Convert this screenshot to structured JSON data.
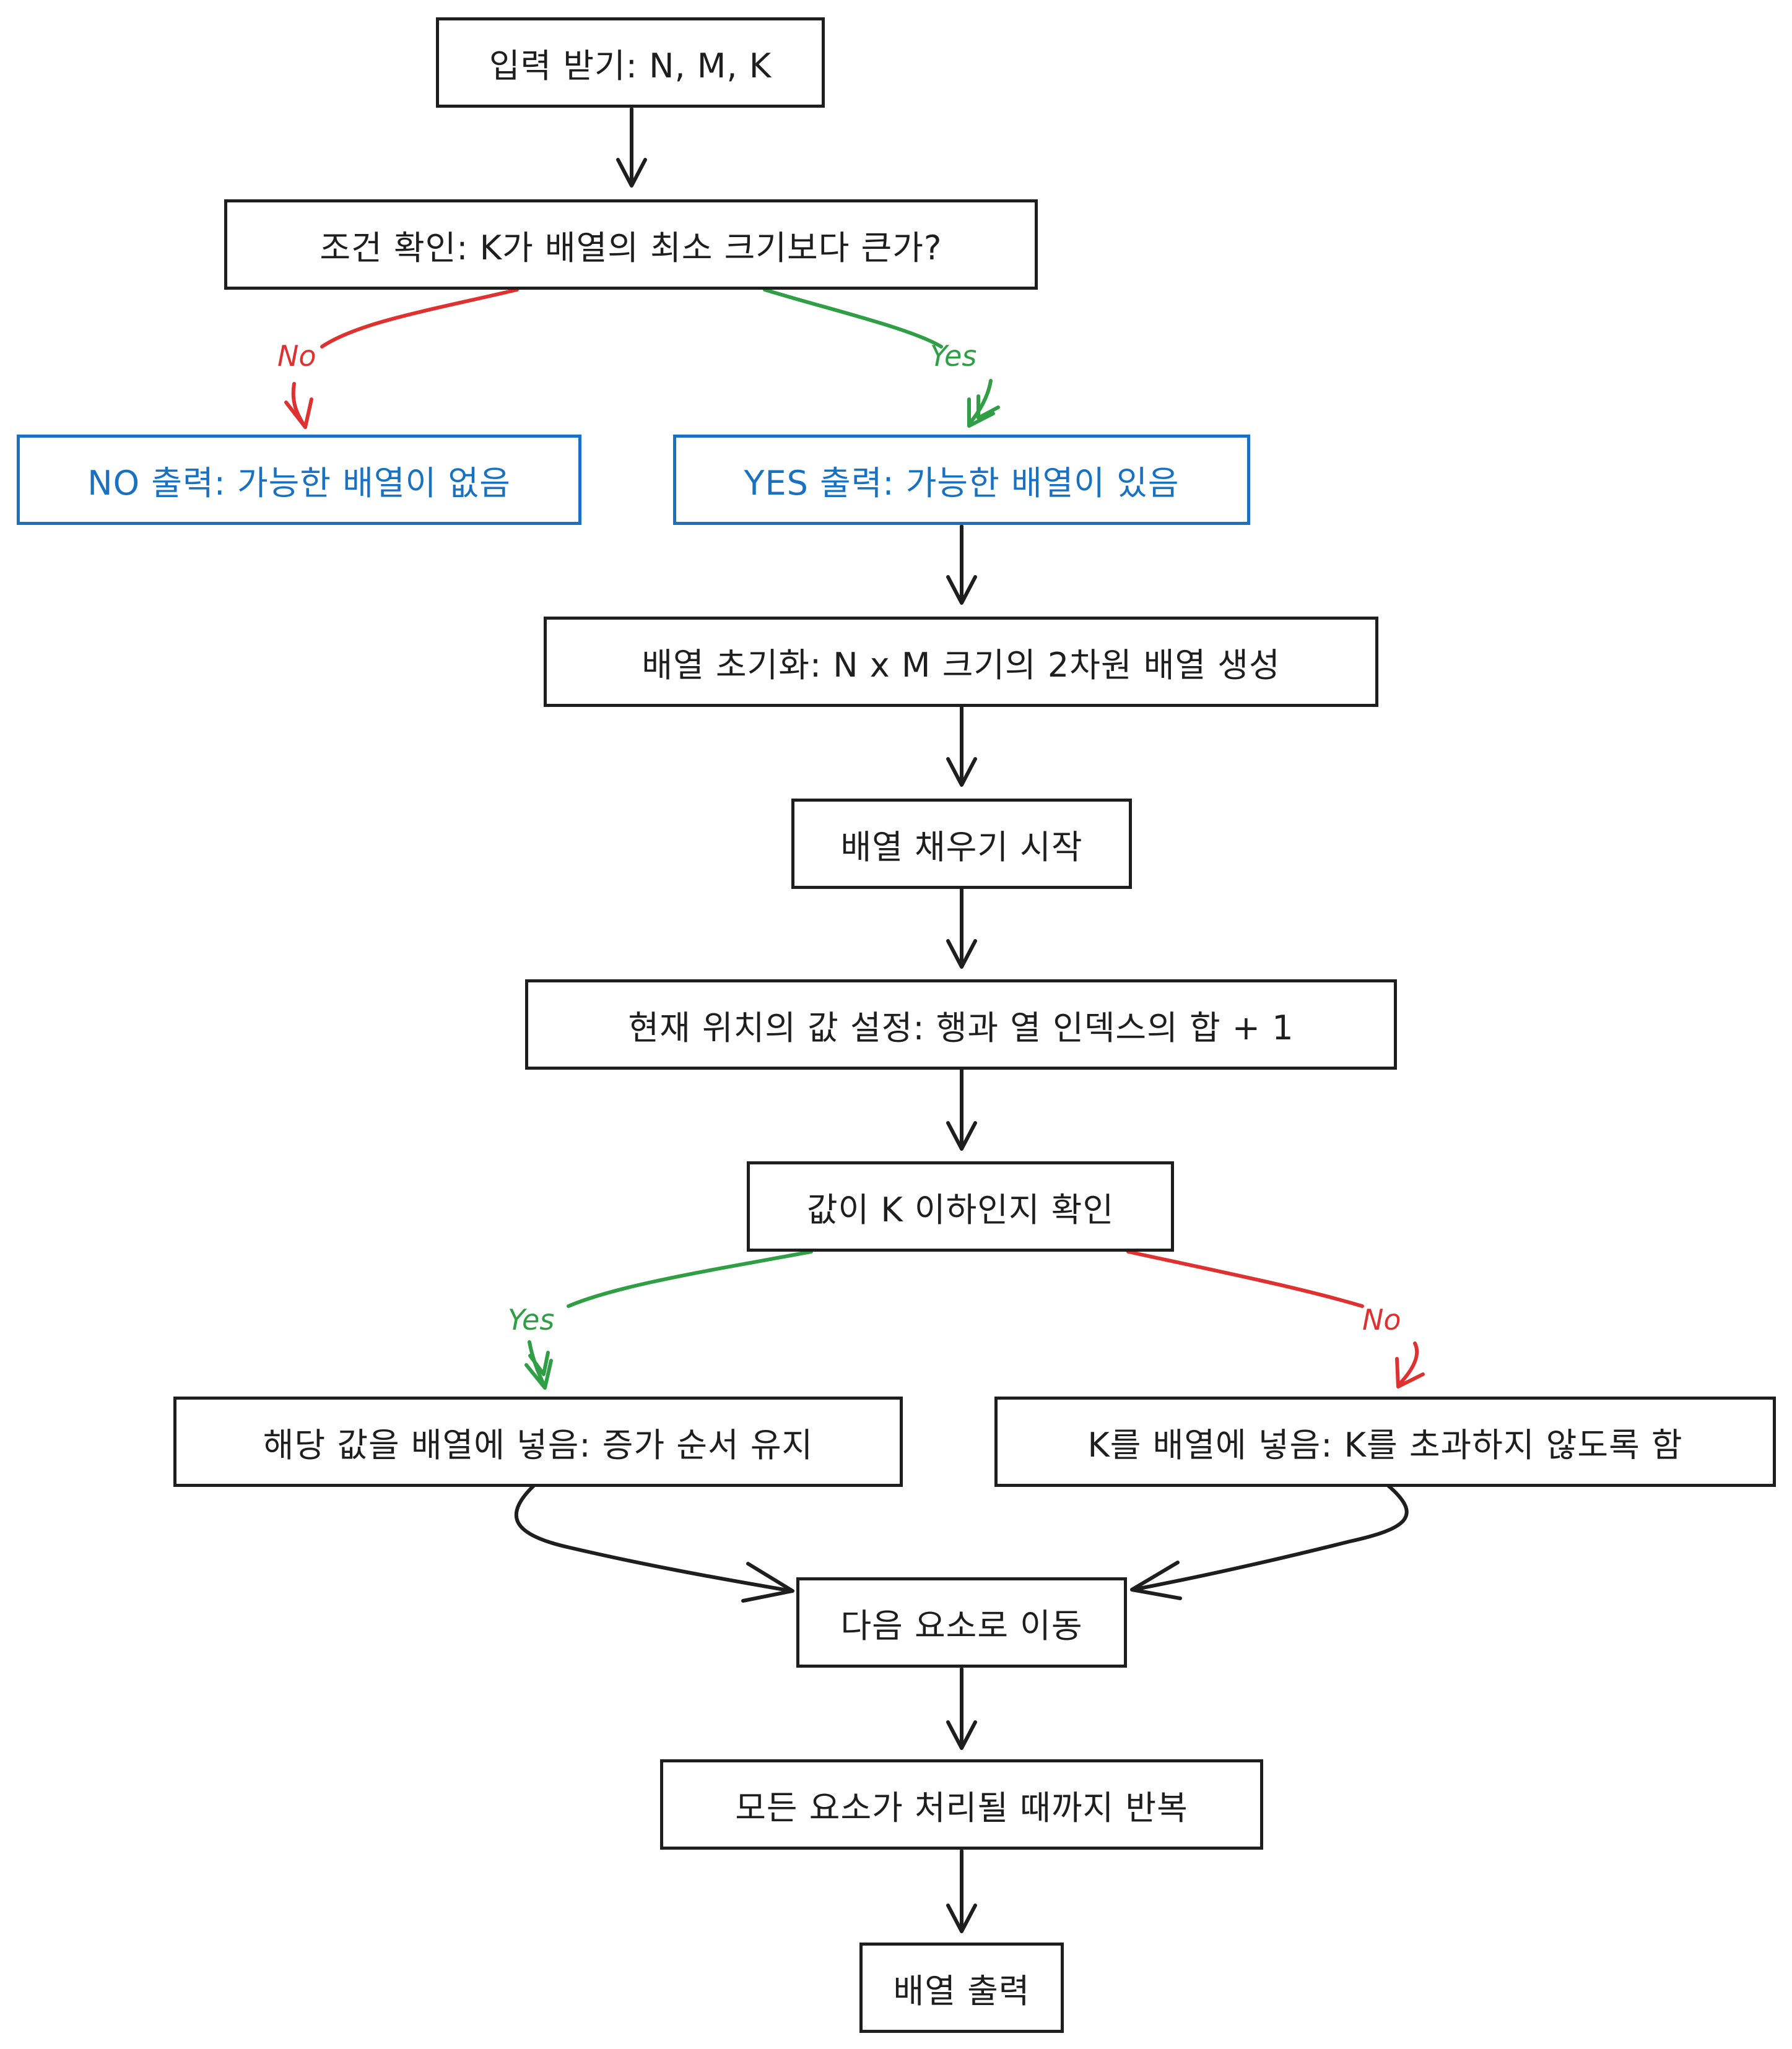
{
  "nodes": {
    "input": "입력 받기: N, M, K",
    "check_condition": "조건 확인: K가 배열의 최소 크기보다 큰가?",
    "output_no": "NO 출력: 가능한 배열이 없음",
    "output_yes": "YES 출력: 가능한 배열이 있음",
    "init_array": "배열 초기화: N x M 크기의 2차원 배열 생성",
    "start_fill": "배열 채우기 시작",
    "set_value": "현재 위치의 값 설정: 행과 열 인덱스의 합 + 1",
    "check_value": "값이 K 이하인지 확인",
    "put_value": "해당 값을 배열에 넣음: 증가 순서 유지",
    "put_k": "K를 배열에 넣음: K를 초과하지 않도록 함",
    "next_element": "다음 요소로 이동",
    "repeat": "모든 요소가 처리될 때까지 반복",
    "print_array": "배열 출력"
  },
  "edge_labels": {
    "cond_no": "No",
    "cond_yes": "Yes",
    "value_yes": "Yes",
    "value_no": "No"
  },
  "colors": {
    "stroke": "#1e1e1e",
    "blue": "#1971c2",
    "red": "#e03131",
    "green": "#2f9e44"
  }
}
